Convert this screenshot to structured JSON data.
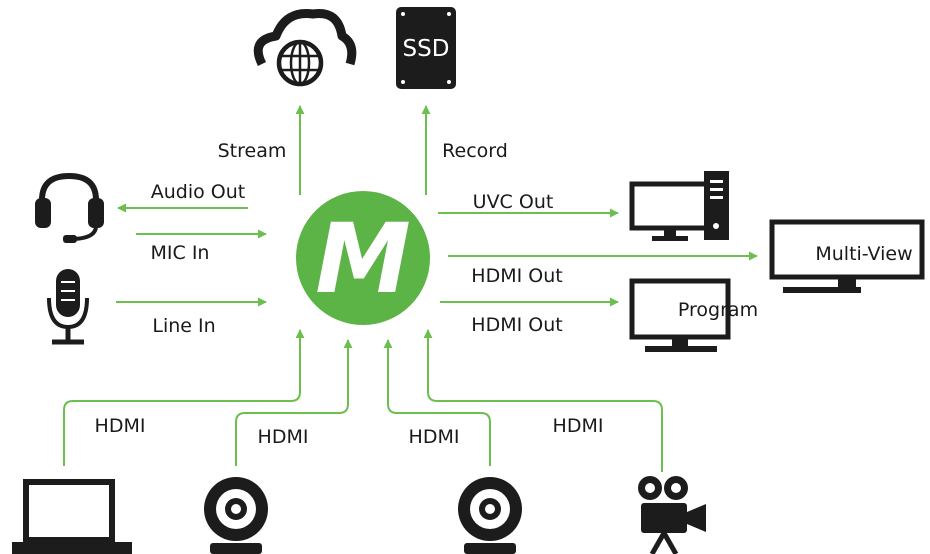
{
  "hub": {
    "letter": "M",
    "color": "#5cb346"
  },
  "colors": {
    "line": "#6cbf4f",
    "icon": "#1c1c1c"
  },
  "labels": {
    "stream": "Stream",
    "record": "Record",
    "ssd": "SSD",
    "audio_out": "Audio Out",
    "mic_in": "MIC In",
    "line_in": "Line In",
    "uvc_out": "UVC Out",
    "hdmi_out_multiview": "HDMI Out",
    "hdmi_out_program": "HDMI Out",
    "multiview": "Multi-View",
    "program": "Program",
    "hdmi_laptop": "HDMI",
    "hdmi_webcam1": "HDMI",
    "hdmi_webcam2": "HDMI",
    "hdmi_camcorder": "HDMI"
  },
  "icons": {
    "cloud": "cloud-globe-icon",
    "ssd": "ssd-icon",
    "headset": "headset-icon",
    "microphone": "microphone-icon",
    "computer": "desktop-computer-icon",
    "multiview_monitor": "monitor-icon",
    "program_monitor": "monitor-icon",
    "laptop": "laptop-icon",
    "webcam": "webcam-icon",
    "camera": "video-camera-icon"
  }
}
